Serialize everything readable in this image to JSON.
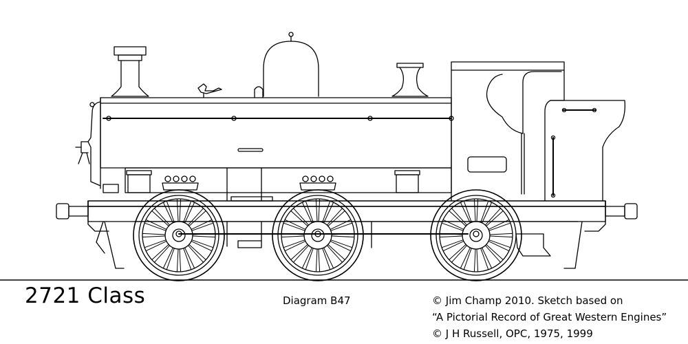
{
  "title": "2721 Class",
  "diagram_label": "Diagram B47",
  "credits": [
    "© Jim Champ 2010. Sketch based on",
    "“A Pictorial Record of Great Western Engines”",
    "© J H Russell, OPC, 1975, 1999"
  ],
  "stroke_color": "#000000",
  "background_color": "#ffffff"
}
